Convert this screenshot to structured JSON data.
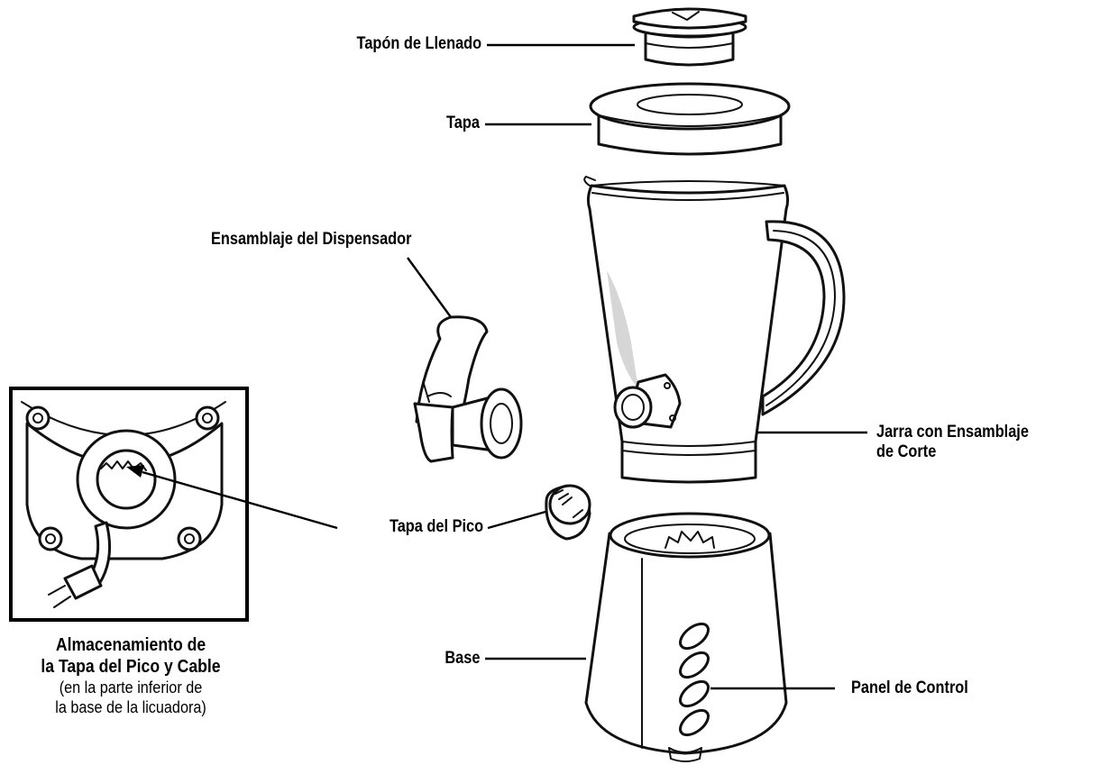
{
  "labels": {
    "fill_cap": "Tapón de Llenado",
    "lid": "Tapa",
    "dispenser": "Ensamblaje del Dispensador",
    "jar_line1": "Jarra con Ensamblaje",
    "jar_line2": "de Corte",
    "spout_cap": "Tapa del Pico",
    "base": "Base",
    "control_panel": "Panel de Control"
  },
  "inset_caption": {
    "title_line1": "Almacenamiento de",
    "title_line2": "la Tapa del Pico y Cable",
    "note_line1": "(en la parte inferior de",
    "note_line2": "la base de la licuadora)"
  }
}
